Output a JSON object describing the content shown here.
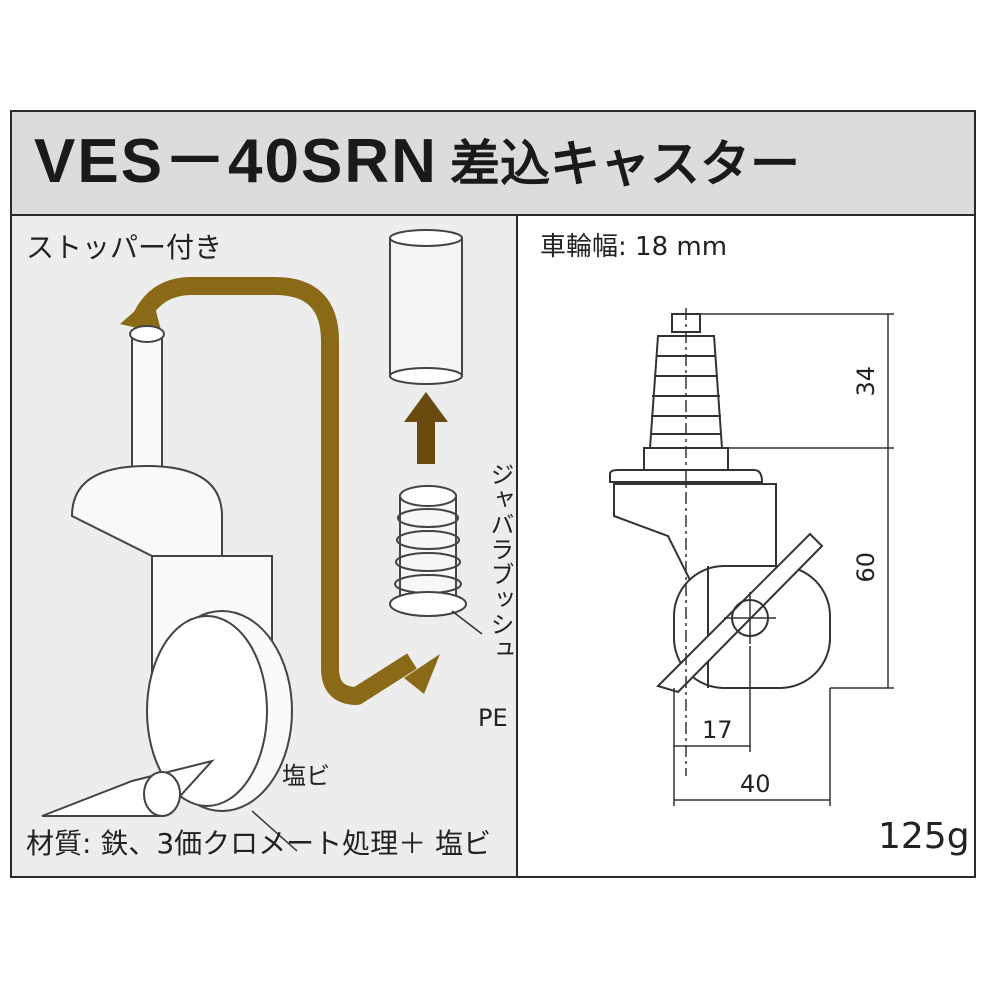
{
  "header": {
    "model": "VES－40SRN",
    "product_name": "差込キャスター"
  },
  "left_panel": {
    "stopper_label": "ストッパー付き",
    "bush_label_vertical": "ジャバラブッシュ",
    "bush_material": "PE",
    "wheel_material": "塩ビ",
    "materials_line": "材質: 鉄、3価クロメート処理＋ 塩ビ"
  },
  "right_panel": {
    "wheel_width": "車輪幅: 18 mm",
    "dim_stem_height": "34",
    "dim_body_height": "60",
    "dim_offset": "17",
    "dim_width": "40",
    "weight": "125g"
  },
  "colors": {
    "arrow_gold": "#8a6a16",
    "arrow_brown": "#6b4a10",
    "panel_gray": "#ededed",
    "header_gray": "#dcdcdc"
  }
}
